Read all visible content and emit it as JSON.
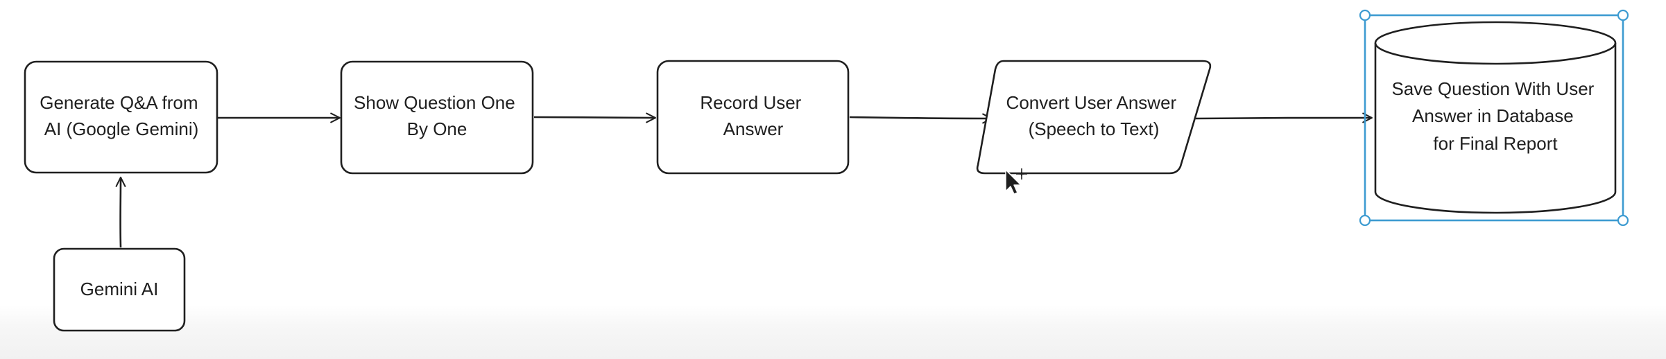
{
  "diagram": {
    "nodes": {
      "generate": {
        "lines": [
          "Generate Q&A from",
          "AI (Google Gemini)"
        ]
      },
      "show": {
        "lines": [
          "Show Question One",
          "By One"
        ]
      },
      "record": {
        "lines": [
          "Record User",
          "Answer"
        ]
      },
      "convert": {
        "lines": [
          "Convert User Answer",
          "(Speech to Text)"
        ]
      },
      "save": {
        "lines": [
          "Save Question With User",
          "Answer in Database",
          "for Final Report"
        ]
      },
      "gemini": {
        "lines": [
          "Gemini AI"
        ]
      }
    },
    "colors": {
      "stroke": "#1f1f1f",
      "selection": "#3d9bd1",
      "text": "#1f1f1f"
    }
  }
}
